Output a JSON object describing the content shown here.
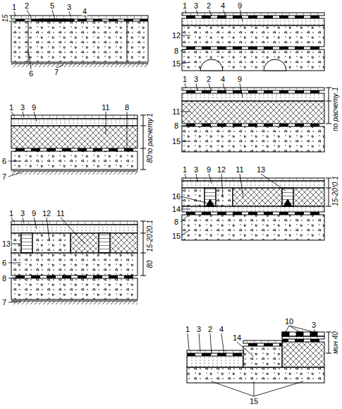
{
  "diagram": {
    "labels": [
      "1",
      "2",
      "5",
      "3",
      "4",
      "15",
      "6",
      "7",
      "1",
      "3",
      "9",
      "11",
      "8",
      "20.1",
      "по расчету",
      "80",
      "6",
      "7",
      "1",
      "3",
      "9",
      "12",
      "11",
      "13",
      "20.1",
      "15-20",
      "80",
      "6",
      "8",
      "7",
      "1",
      "3",
      "2",
      "4",
      "9",
      "12",
      "8",
      "15",
      "1",
      "3",
      "2",
      "4",
      "9",
      "11",
      "8",
      "15",
      "20.1",
      "по расчету",
      "1",
      "3",
      "9",
      "12",
      "11",
      "13",
      "16",
      "14",
      "8",
      "15",
      "20.1",
      "15-20",
      "10",
      "3",
      "1",
      "3",
      "2",
      "4",
      "14",
      "мин 40",
      "15"
    ]
  }
}
